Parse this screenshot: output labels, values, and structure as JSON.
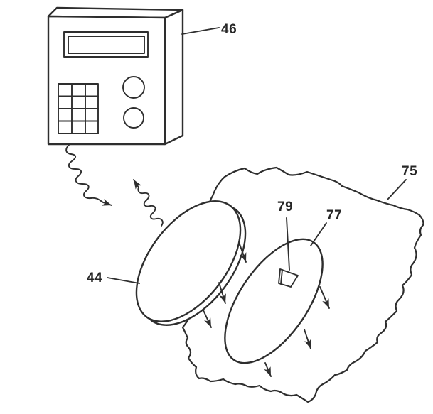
{
  "figure": {
    "type": "patent-line-drawing",
    "background_color": "#ffffff",
    "line_color": "#2e2e2e",
    "labels": {
      "control_unit": "46",
      "external_disc": "44",
      "tissue_region": "75",
      "implanted_disc": "77",
      "wedge_marker": "79"
    }
  }
}
